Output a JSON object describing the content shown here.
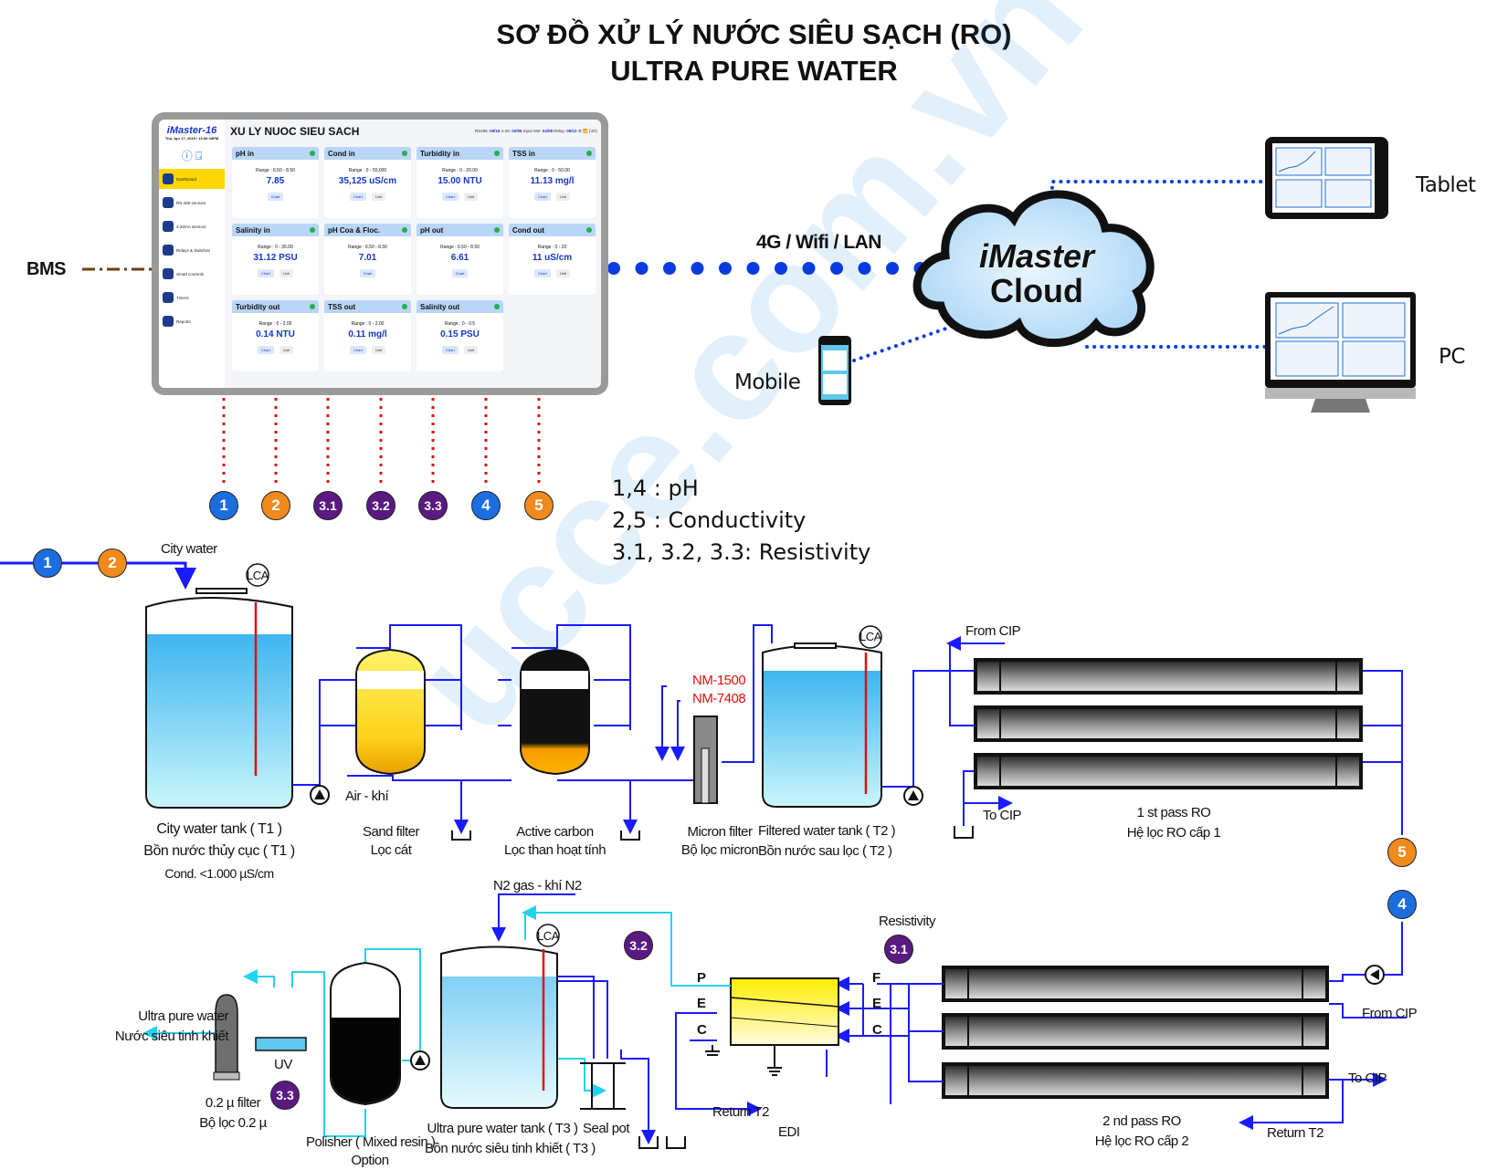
{
  "title": {
    "line1": "SƠ ĐỒ XỬ LÝ NƯỚC SIÊU SẠCH (RO)",
    "line2": "ULTRA PURE WATER"
  },
  "hmi": {
    "brand": "iMaster-16",
    "datetime": "Thu, Apr 17, 2025 / 13:30:18PM",
    "screen_title": "XU LY NUOC SIEU SACH",
    "status": {
      "rs485_label": "RS485:",
      "rs485": "09/16",
      "ai_label": "4-20:",
      "ai": "02/06",
      "input_label": "Input SW:",
      "input": "04/08",
      "relay_label": "Relay:",
      "relay": "05/12",
      "network": "4G"
    },
    "nav": [
      {
        "label": "Dashboard",
        "active": true
      },
      {
        "label": "RS-485 sensors"
      },
      {
        "label": "4-20mA sensors"
      },
      {
        "label": "Relays & Switches"
      },
      {
        "label": "Smart Controls"
      },
      {
        "label": "Timers"
      },
      {
        "label": "Reports"
      }
    ],
    "cards": [
      {
        "name": "pH in",
        "range": "Range : 6.50 - 8.50",
        "value": "7.85",
        "buttons": [
          "Chart"
        ]
      },
      {
        "name": "Cond in",
        "range": "Range : 0 - 55,000",
        "value": "35,125 uS/cm",
        "buttons": [
          "Chart",
          "Unit"
        ]
      },
      {
        "name": "Turbidity in",
        "range": "Range : 0 - 20.00",
        "value": "15.00 NTU",
        "buttons": [
          "Chart",
          "Unit"
        ]
      },
      {
        "name": "TSS in",
        "range": "Range : 0 - 50.00",
        "value": "11.13 mg/l",
        "buttons": [
          "Chart",
          "Unit"
        ]
      },
      {
        "name": "Salinity in",
        "range": "Range : 0 - 35.00",
        "value": "31.12 PSU",
        "buttons": [
          "Chart",
          "Unit"
        ]
      },
      {
        "name": "pH Coa & Floc.",
        "range": "Range : 6.50 - 8.50",
        "value": "7.01",
        "buttons": [
          "Chart"
        ]
      },
      {
        "name": "pH out",
        "range": "Range : 6.50 - 8.50",
        "value": "6.61",
        "buttons": [
          "Chart"
        ]
      },
      {
        "name": "Cond out",
        "range": "Range : 0 - 20",
        "value": "11 uS/cm",
        "buttons": [
          "Chart",
          "Unit"
        ]
      },
      {
        "name": "Turbidity out",
        "range": "Range : 0 - 2.00",
        "value": "0.14 NTU",
        "buttons": [
          "Chart",
          "Unit"
        ]
      },
      {
        "name": "TSS out",
        "range": "Range : 0 - 2.00",
        "value": "0.11 mg/l",
        "buttons": [
          "Chart",
          "Unit"
        ]
      },
      {
        "name": "Salinity out",
        "range": "Range : 0 - 0.5",
        "value": "0.15 PSU",
        "buttons": [
          "Chart",
          "Unit"
        ]
      }
    ]
  },
  "network": {
    "bms": "BMS",
    "link": "4G / Wifi / LAN",
    "cloud_line1": "iMaster",
    "cloud_line2": "Cloud",
    "devices": {
      "tablet": "Tablet",
      "pc": "PC",
      "mobile": "Mobile"
    }
  },
  "sensor_badges": [
    "1",
    "2",
    "3.1",
    "3.2",
    "3.3",
    "4",
    "5"
  ],
  "legend": [
    "1,4 : pH",
    "2,5 : Conductivity",
    "3.1, 3.2, 3.3: Resistivity"
  ],
  "process": {
    "city_water": "City water",
    "lca": "LCA",
    "t1_line1": "City water tank ( T1 )",
    "t1_line2": "Bồn nước thủy cục ( T1 )",
    "t1_line3": "Cond. <1.000 µS/cm",
    "air": "Air - khí",
    "sand_line1": "Sand filter",
    "sand_line2": "Lọc cát",
    "carbon_line1": "Active carbon",
    "carbon_line2": "Lọc than hoạt tính",
    "chem1": "NM-1500",
    "chem2": "NM-7408",
    "micron_line1": "Micron filter",
    "micron_line2": "Bộ lọc micron",
    "t2_line1": "Filtered water tank ( T2 )",
    "t2_line2": "Bồn nước sau lọc ( T2 )",
    "from_cip": "From CIP",
    "to_cip": "To CIP",
    "ro1_line1": "1 st pass RO",
    "ro1_line2": "Hệ lọc RO cấp 1",
    "n2": "N2 gas - khí N2",
    "resistivity": "Resistivity",
    "edi_p": "P",
    "edi_e": "E",
    "edi_c": "C",
    "edi_f": "F",
    "edi": "EDI",
    "return_t2": "Return T2",
    "ro2_line1": "2 nd pass RO",
    "ro2_line2": "Hệ lọc RO cấp 2",
    "upw_line1": "Ultra pure water",
    "upw_line2": "Nước siêu tinh khiết",
    "uv": "UV",
    "filter02_line1": "0.2 µ filter",
    "filter02_line2": "Bộ lọc 0.2 µ",
    "polisher_line1": "Polisher ( Mixed resin )",
    "polisher_line2": "Option",
    "t3_line1": "Ultra pure water tank ( T3 )",
    "t3_line2": "Bồn nước siêu tinh khiết ( T3 )",
    "seal_pot": "Seal pot"
  },
  "colors": {
    "blue_pipe": "#1a1aff",
    "cyan_pipe": "#22d3ee",
    "red_sensor": "#e01010",
    "badge_blue": "#1c6ee0",
    "badge_orange": "#f08a1c",
    "badge_purple": "#5a1a82",
    "link_dots": "#0a3be0"
  }
}
